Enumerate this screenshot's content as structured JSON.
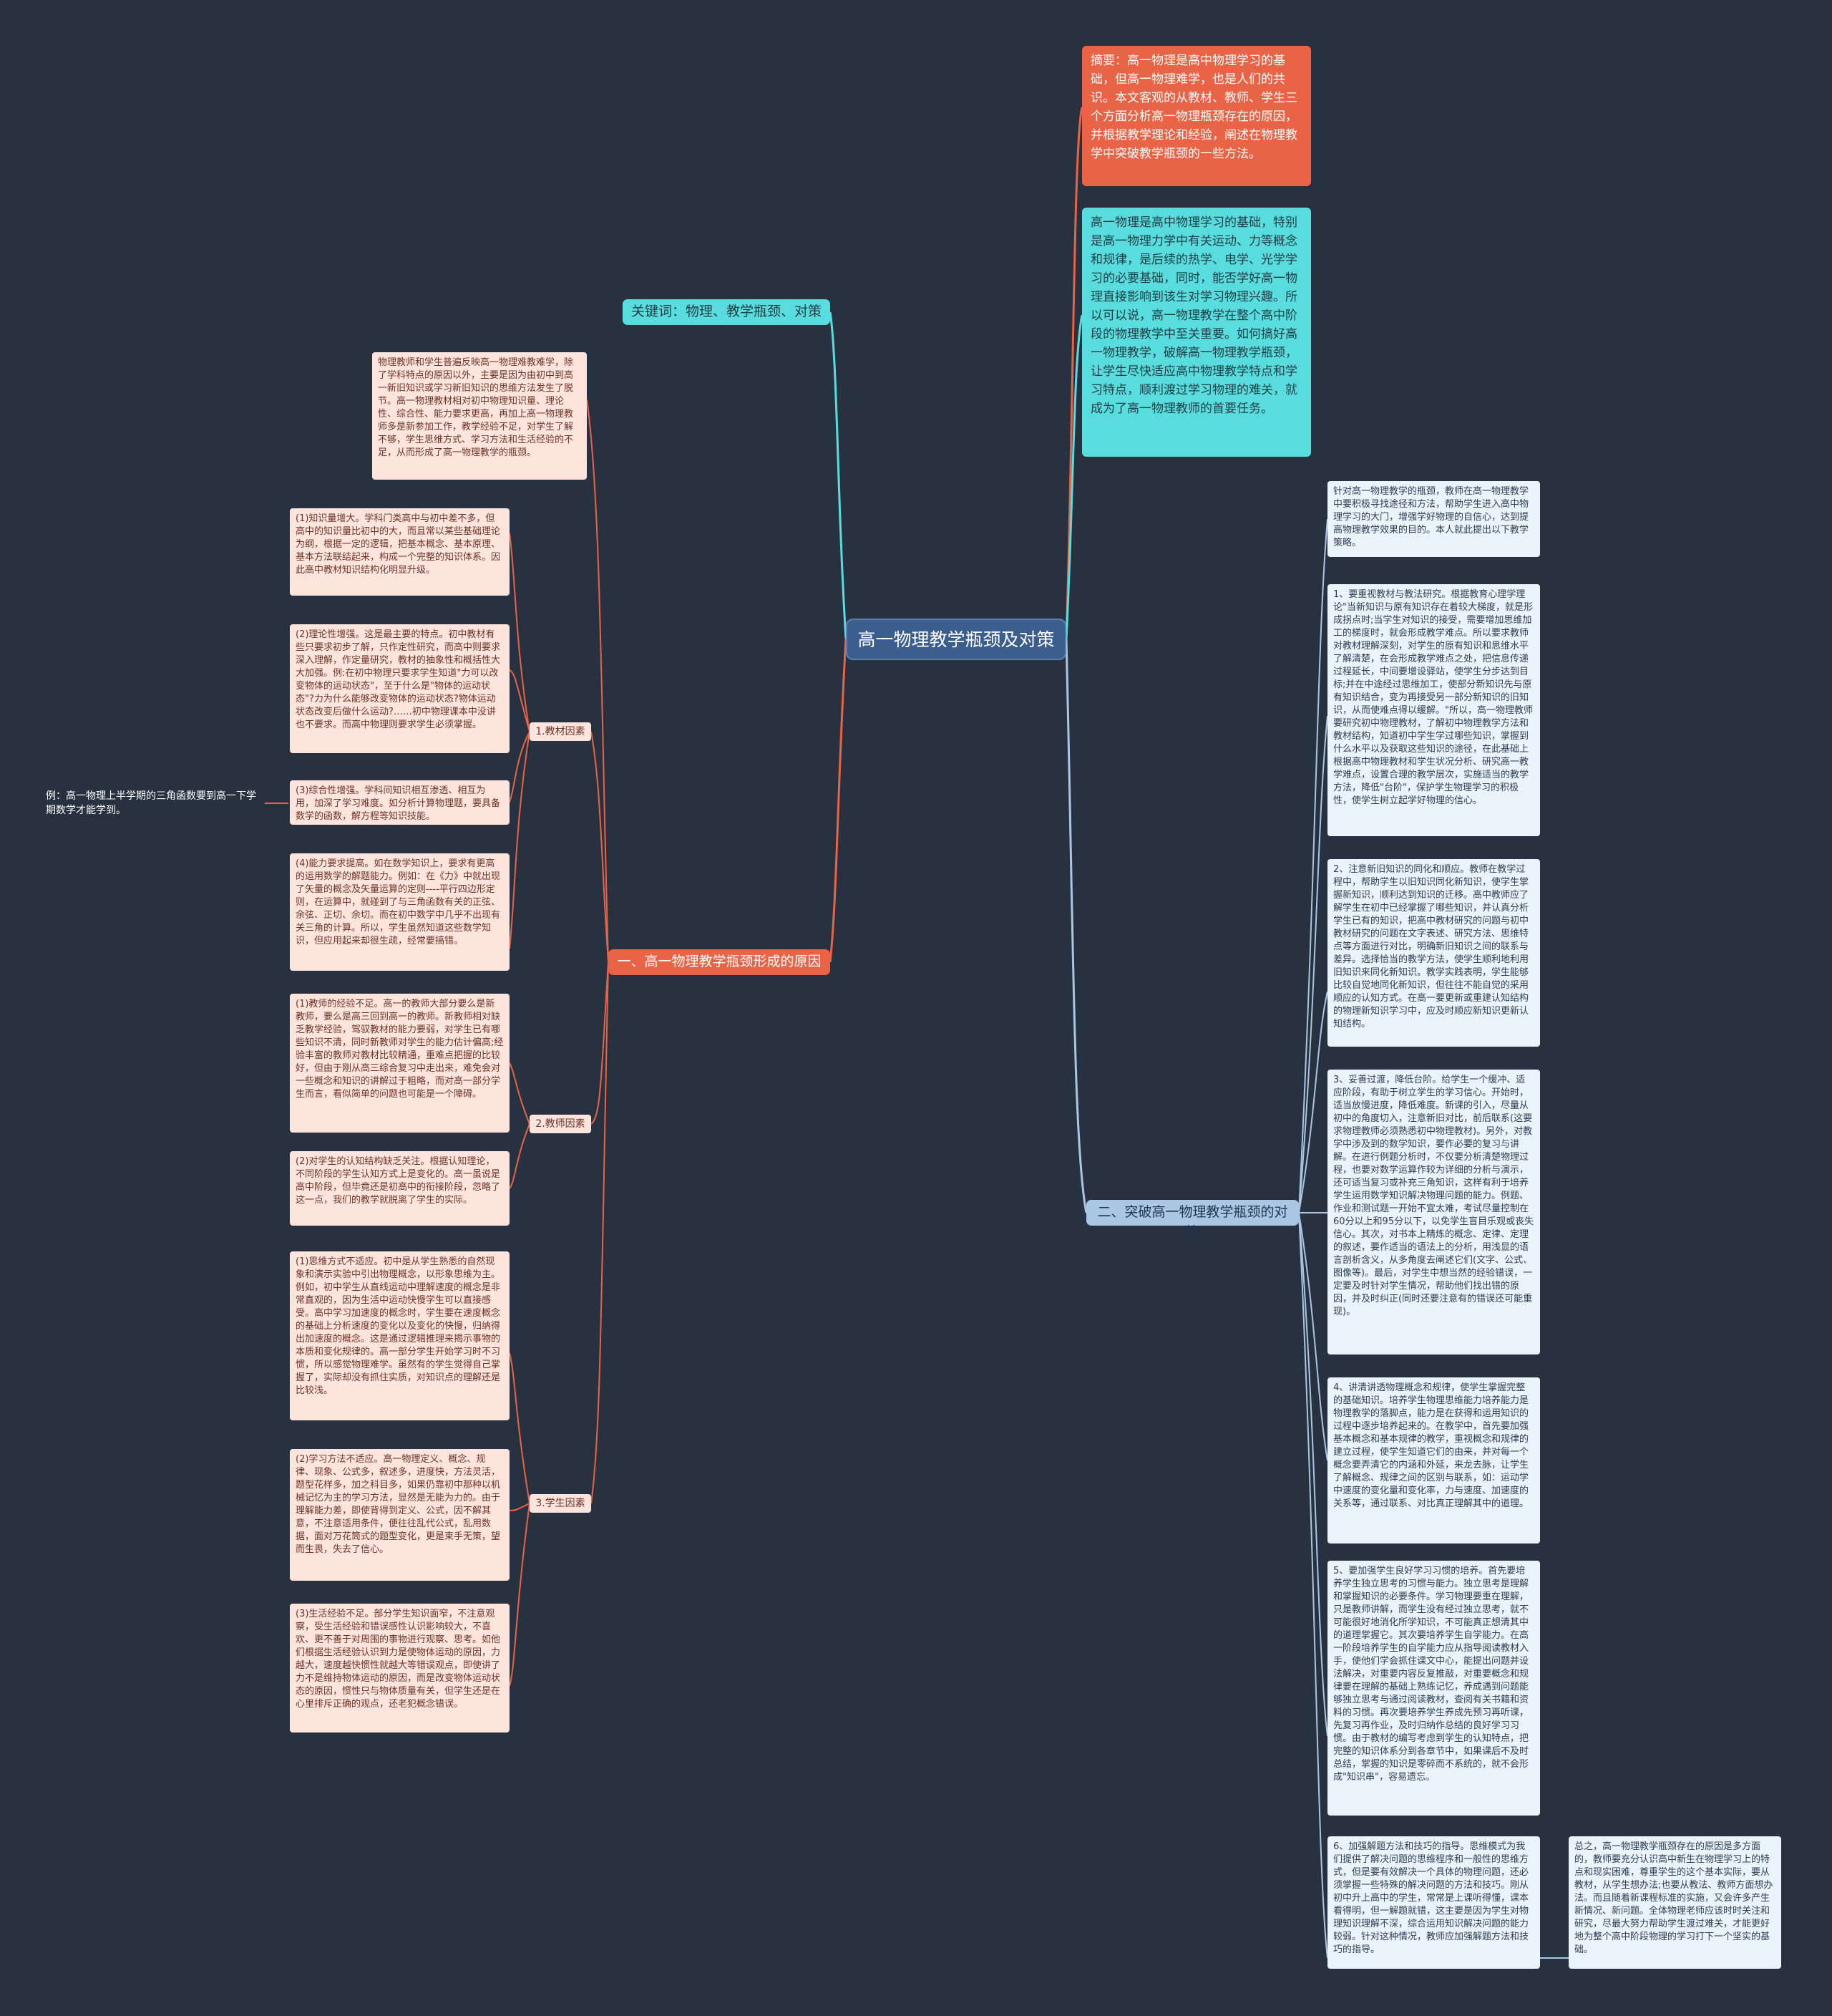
{
  "center": {
    "label": "高一物理教学瓶颈及对策"
  },
  "summary": {
    "text": "摘要：高一物理是高中物理学习的基础，但高一物理难学，也是人们的共识。本文客观的从教材、教师、学生三个方面分析高一物理瓶颈存在的原因，并根据教学理论和经验，阐述在物理教学中突破教学瓶颈的一些方法。"
  },
  "intro": {
    "text": "高一物理是高中物理学习的基础，特别是高一物理力学中有关运动、力等概念和规律，是后续的热学、电学、光学学习的必要基础，同时，能否学好高一物理直接影响到该生对学习物理兴趣。所以可以说，高一物理教学在整个高中阶段的物理教学中至关重要。如何搞好高一物理教学，破解高一物理教学瓶颈，让学生尽快适应高中物理教学特点和学习特点，顺利渡过学习物理的难关，就成为了高一物理教师的首要任务。"
  },
  "keywords": {
    "label": "关键词：物理、教学瓶颈、对策"
  },
  "reasons": {
    "label": "一、高一物理教学瓶颈形成的原因",
    "intro": "物理教师和学生普遍反映高一物理难教难学，除了学科特点的原因以外，主要是因为由初中到高一新旧知识或学习新旧知识的思维方法发生了脱节。高一物理教材相对初中物理知识量、理论性、综合性、能力要求更高，再加上高一物理教师多是新参加工作，教学经验不足，对学生了解不够，学生思维方式、学习方法和生活经验的不足，从而形成了高一物理教学的瓶颈。",
    "textbook": {
      "label": "1.教材因素",
      "items": [
        "(1)知识量增大。学科门类高中与初中差不多，但高中的知识量比初中的大，而且常以某些基础理论为纲，根据一定的逻辑，把基本概念、基本原理、基本方法联结起来，构成一个完整的知识体系。因此高中教材知识结构化明显升级。",
        "(2)理论性增强。这是最主要的特点。初中教材有些只要求初步了解，只作定性研究，而高中则要求深入理解，作定量研究，教材的抽象性和概括性大大加强。例:在初中物理只要求学生知道\"力可以改变物体的运动状态\"，至于什么是\"物体的运动状态\"?力为什么能够改变物体的运动状态?物体运动状态改变后做什么运动?……初中物理课本中没讲也不要求。而高中物理则要求学生必须掌握。",
        "(3)综合性增强。学科间知识相互渗透、相互为用，加深了学习难度。如分析计算物理题，要具备数学的函数，解方程等知识技能。",
        "(4)能力要求提高。如在数学知识上，要求有更高的运用数学的解题能力。例如：在《力》中就出现了矢量的概念及矢量运算的定则----平行四边形定则，在运算中，就碰到了与三角函数有关的正弦、余弦、正切、余切。而在初中数学中几乎不出现有关三角的计算。所以，学生虽然知道这些数学知识，但应用起来却很生疏，经常要搞错。"
      ],
      "example": "例：高一物理上半学期的三角函数要到高一下学期数学才能学到。"
    },
    "teacher": {
      "label": "2.教师因素",
      "items": [
        "(1)教师的经验不足。高一的教师大部分要么是新教师，要么是高三回到高一的教师。新教师相对缺乏教学经验，驾驭教材的能力要弱，对学生已有哪些知识不清，同时新教师对学生的能力估计偏高;经验丰富的教师对教材比较精通，重难点把握的比较好，但由于刚从高三综合复习中走出来，难免会对一些概念和知识的讲解过于粗略，而对高一部分学生而言，看似简单的问题也可能是一个障碍。",
        "(2)对学生的认知结构缺乏关注。根据认知理论，不同阶段的学生认知方式上是变化的。高一虽说是高中阶段，但毕竟还是初高中的衔接阶段，忽略了这一点，我们的教学就脱离了学生的实际。"
      ]
    },
    "student": {
      "label": "3.学生因素",
      "items": [
        "(1)思维方式不适应。初中是从学生熟悉的自然现象和演示实验中引出物理概念，以形象思维为主。例如，初中学生从直线运动中理解速度的概念是非常直观的，因为生活中运动快慢学生可以直接感受。高中学习加速度的概念时，学生要在速度概念的基础上分析速度的变化以及变化的快慢，归纳得出加速度的概念。这是通过逻辑推理来揭示事物的本质和变化规律的。高一部分学生开始学习时不习惯，所以感觉物理难学。虽然有的学生觉得自己掌握了，实际却没有抓住实质，对知识点的理解还是比较浅。",
        "(2)学习方法不适应。高一物理定义、概念、规律、现象、公式多，叙述多，进度快，方法灵活，题型花样多，加之科目多，如果仍靠初中那种以机械记忆为主的学习方法，显然是无能为力的。由于理解能力差，即使背得到定义、公式，因不解其意，不注意适用条件，便往往乱代公式，乱用数据，面对万花筒式的题型变化，更是束手无策，望而生畏，失去了信心。",
        "(3)生活经验不足。部分学生知识面窄，不注意观察，受生活经验和错误感性认识影响较大，不喜欢、更不善于对周围的事物进行观察、思考。如他们根据生活经验认识到力是使物体运动的原因，力越大，速度越快惯性就越大等错误观点，即使讲了力不是维持物体运动的原因，而是改变物体运动状态的原因，惯性只与物体质量有关，但学生还是在心里排斥正确的观点，还老犯概念错误。"
      ]
    }
  },
  "measures": {
    "label": "二、突破高一物理教学瓶颈的对策",
    "intro": "针对高一物理教学的瓶颈，教师在高一物理教学中要积极寻找途径和方法，帮助学生进入高中物理学习的大门，增强学好物理的自信心，达到提高物理教学效果的目的。本人就此提出以下教学策略。",
    "items": [
      "1、要重视教材与教法研究。根据教育心理学理论\"当新知识与原有知识存在着较大梯度，就是形成拐点时;当学生对知识的接受，需要增加思维加工的梯度时，就会形成教学难点。所以要求教师对教材理解深刻，对学生的原有知识和思维水平了解清楚，在会形成教学难点之处，把信息传递过程延长，中间要增设驿站，使学生分步达到目标;并在中途经过思维加工，使部分新知识先与原有知识结合，变为再接受另一部分新知识的旧知识，从而使难点得以缓解。\"所以，高一物理教师要研究初中物理教材，了解初中物理教学方法和教材结构，知道初中学生学过哪些知识，掌握到什么水平以及获取这些知识的途径，在此基础上根据高中物理教材和学生状况分析、研究高一教学难点，设置合理的教学层次，实施适当的教学方法，降低\"台阶\"，保护学生物理学习的积极性，使学生树立起学好物理的信心。",
      "2、注意新旧知识的同化和顺应。教师在教学过程中，帮助学生以旧知识同化新知识，使学生掌握新知识，顺利达到知识的迁移。高中教师应了解学生在初中已经掌握了哪些知识，并认真分析学生已有的知识，把高中教材研究的问题与初中教材研究的问题在文字表述、研究方法、思维特点等方面进行对比，明确新旧知识之间的联系与差异。选择恰当的教学方法，使学生顺利地利用旧知识来同化新知识。教学实践表明，学生能够比较自觉地同化新知识，但往往不能自觉的采用顺应的认知方式。在高一要更新或重建认知结构的物理新知识学习中，应及时顺应新知识更新认知结构。",
      "3、妥善过渡，降低台阶。给学生一个缓冲、适应阶段，有助于树立学生的学习信心。开始时，适当放慢进度，降低难度。新课的引入，尽量从初中的角度切入，注意新旧对比，前后联系(这要求物理教师必须熟悉初中物理教材)。另外，对教学中涉及到的数学知识，要作必要的复习与讲解。在进行例题分析时，不仅要分析清楚物理过程，也要对数学运算作较为详细的分析与演示，还可适当复习或补充三角知识，这样有利于培养学生运用数学知识解决物理问题的能力。例题、作业和测试题一开始不宜太难，考试尽量控制在60分以上和95分以下，以免学生盲目乐观或丧失信心。其次，对书本上精炼的概念、定律、定理的叙述，要作适当的语法上的分析，用浅显的语言剖析含义，从多角度去阐述它们(文字、公式、图像等)。最后，对学生中想当然的经验错误，一定要及时针对学生情况，帮助他们找出错的原因，并及时纠正(同时还要注意有的错误还可能重现)。",
      "4、讲清讲透物理概念和规律，使学生掌握完整的基础知识。培养学生物理思维能力培养能力是物理教学的落脚点，能力是在获得和运用知识的过程中逐步培养起来的。在教学中，首先要加强基本概念和基本规律的教学，重视概念和规律的建立过程，使学生知道它们的由来，并对每一个概念要弄清它的内涵和外延，来龙去脉，让学生了解概念、规律之间的区别与联系，如：运动学中速度的变化量和变化率，力与速度、加速度的关系等，通过联系、对比真正理解其中的道理。",
      "5、要加强学生良好学习习惯的培养。首先要培养学生独立思考的习惯与能力。独立思考是理解和掌握知识的必要条件。学习物理要重在理解，只是教师讲解，而学生没有经过独立思考，就不可能很好地消化所学知识，不可能真正想清其中的道理掌握它。其次要培养学生自学能力。在高一阶段培养学生的自学能力应从指导阅读教材入手，使他们学会抓住课文中心，能提出问题并设法解决，对重要内容反复推敲，对重要概念和规律要在理解的基础上熟练记忆，养成遇到问题能够独立思考与通过阅读教材，查阅有关书籍和资料的习惯。再次要培养学生养成先预习再听课，先复习再作业，及时归纳作总结的良好学习习惯。由于教材的编写考虑到学生的认知特点，把完整的知识体系分到各章节中，如果课后不及时总结，掌握的知识是零碎而不系统的，就不会形成\"知识串\"，容易遗忘。",
      "6、加强解题方法和技巧的指导。思维模式为我们提供了解决问题的思维程序和一般性的思维方式，但是要有效解决一个具体的物理问题，还必须掌握一些特殊的解决问题的方法和技巧。刚从初中升上高中的学生，常常是上课听得懂，课本看得明，但一解题就错，这主要是因为学生对物理知识理解不深，综合运用知识解决问题的能力较弱。针对这种情况，教师应加强解题方法和技巧的指导。"
    ],
    "conclusion": "总之，高一物理教学瓶颈存在的原因是多方面的，教师要充分认识高中新生在物理学习上的特点和现实困难，尊重学生的这个基本实际，要从教材，从学生想办法;也要从教法、教师方面想办法。而且随着新课程标准的实施，又会许多产生新情况、新问题。全体物理老师应该时时关注和研究，尽最大努力帮助学生渡过难关，才能更好地为整个高中阶段物理的学习打下一个坚实的基础。"
  },
  "colors": {
    "background": "#283140",
    "center": "#3c5e8d",
    "red": "#e96447",
    "teal": "#58dcdd",
    "blue": "#a9c7e3",
    "peach": "#fde4dc"
  }
}
